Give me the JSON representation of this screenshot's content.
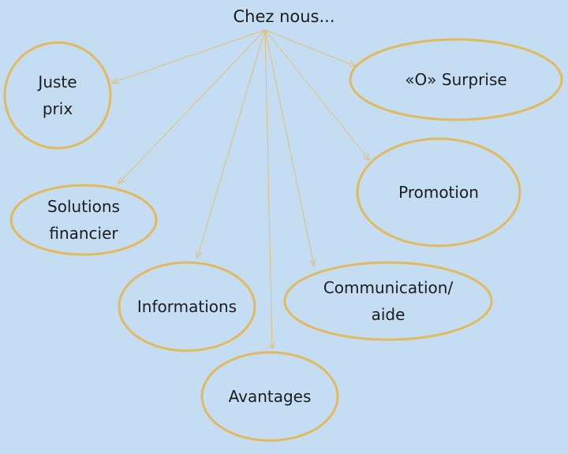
{
  "root": {
    "label": "Chez nous..."
  },
  "nodes": [
    {
      "id": "juste-prix",
      "lines": [
        "Juste",
        "prix"
      ]
    },
    {
      "id": "o-surprise",
      "lines": [
        "«O» Surprise"
      ]
    },
    {
      "id": "solutions-financier",
      "lines": [
        "Solutions",
        "financier"
      ]
    },
    {
      "id": "promotion",
      "lines": [
        "Promotion"
      ]
    },
    {
      "id": "informations",
      "lines": [
        "Informations"
      ]
    },
    {
      "id": "communication-aide",
      "lines": [
        "Communication/",
        "aide"
      ]
    },
    {
      "id": "avantages",
      "lines": [
        "Avantages"
      ]
    }
  ],
  "colors": {
    "background": "#c5ddf3",
    "ellipse_stroke": "#e2b95c",
    "arrow": "#e2bf74",
    "text": "#1c1c1c"
  }
}
